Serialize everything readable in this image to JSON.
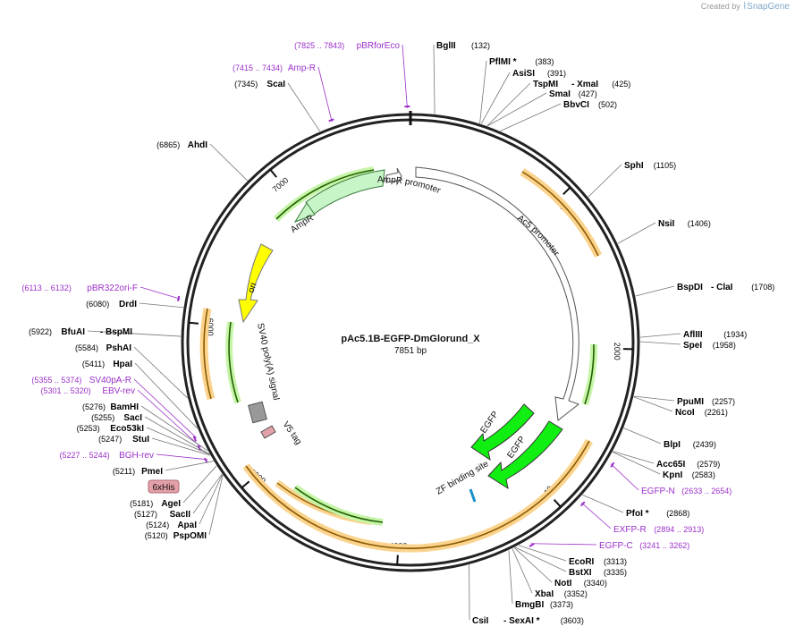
{
  "credit": {
    "prefix": "Created by",
    "brand": "SnapGene"
  },
  "plasmid": {
    "name": "pAc5.1B-EGFP-DmGlorund_X",
    "length": "7851 bp",
    "total_bp": 7851
  },
  "ticks": [
    "1000",
    "2000",
    "3000",
    "4000",
    "5000",
    "6000",
    "7000"
  ],
  "colors": {
    "enzyme": "#000000",
    "primer": "#9b30c9",
    "feature_orange": "#f5b041",
    "feature_green": "#66cc33",
    "egfp": "#11ee11",
    "ori": "#ffff00",
    "ampr": "#c8f5c8",
    "promoter": "#ffffff"
  },
  "labels": [
    {
      "id": "pBRforEco",
      "name": "pBRforEco",
      "coord": "(7825 .. 7843)",
      "bp": 7834,
      "type": "primer"
    },
    {
      "id": "BglII",
      "name": "BglII",
      "coord": "(132)",
      "bp": 132,
      "type": "enzyme"
    },
    {
      "id": "AmpR-primer",
      "name": "Amp-R",
      "coord": "(7415 .. 7434)",
      "bp": 7424,
      "type": "primer"
    },
    {
      "id": "PflMI",
      "name": "PflMI *",
      "coord": "(383)",
      "bp": 383,
      "type": "enzyme"
    },
    {
      "id": "AsiSI",
      "name": "AsiSI",
      "coord": "(391)",
      "bp": 391,
      "type": "enzyme"
    },
    {
      "id": "TspMI",
      "name": "TspMI",
      "coord": "",
      "bp": 425,
      "type": "enzyme"
    },
    {
      "id": "XmaI",
      "name": "- XmaI",
      "coord": "(425)",
      "bp": 425,
      "type": "enzyme"
    },
    {
      "id": "ScaI",
      "name": "ScaI",
      "coord": "(7345)",
      "bp": 7345,
      "type": "enzyme"
    },
    {
      "id": "SmaI",
      "name": "SmaI",
      "coord": "(427)",
      "bp": 427,
      "type": "enzyme"
    },
    {
      "id": "BbvCI",
      "name": "BbvCI",
      "coord": "(502)",
      "bp": 502,
      "type": "enzyme"
    },
    {
      "id": "AhdI",
      "name": "AhdI",
      "coord": "(6865)",
      "bp": 6865,
      "type": "enzyme"
    },
    {
      "id": "SphI",
      "name": "SphI",
      "coord": "(1105)",
      "bp": 1105,
      "type": "enzyme"
    },
    {
      "id": "NsiI",
      "name": "NsiI",
      "coord": "(1406)",
      "bp": 1406,
      "type": "enzyme"
    },
    {
      "id": "BspDI",
      "name": "BspDI",
      "coord": "",
      "bp": 1708,
      "type": "enzyme"
    },
    {
      "id": "ClaI",
      "name": "- ClaI",
      "coord": "(1708)",
      "bp": 1708,
      "type": "enzyme"
    },
    {
      "id": "pBR322ori",
      "name": "pBR322ori-F",
      "coord": "(6113 .. 6132)",
      "bp": 6122,
      "type": "primer"
    },
    {
      "id": "DrdI",
      "name": "DrdI",
      "coord": "(6080)",
      "bp": 6080,
      "type": "enzyme"
    },
    {
      "id": "BfuAI",
      "name": "BfuAI",
      "coord": "(5922)",
      "bp": 5922,
      "type": "enzyme"
    },
    {
      "id": "BspMI",
      "name": "- BspMI",
      "coord": "",
      "bp": 5922,
      "type": "enzyme"
    },
    {
      "id": "AflIII",
      "name": "AflIII",
      "coord": "(1934)",
      "bp": 1934,
      "type": "enzyme"
    },
    {
      "id": "SpeI",
      "name": "SpeI",
      "coord": "(1958)",
      "bp": 1958,
      "type": "enzyme"
    },
    {
      "id": "PshAI",
      "name": "PshAI",
      "coord": "(5584)",
      "bp": 5584,
      "type": "enzyme"
    },
    {
      "id": "HpaI",
      "name": "HpaI",
      "coord": "(5411)",
      "bp": 5411,
      "type": "enzyme"
    },
    {
      "id": "SV40pA-R",
      "name": "SV40pA-R",
      "coord": "(5355 .. 5374)",
      "bp": 5364,
      "type": "primer"
    },
    {
      "id": "EBV-rev",
      "name": "EBV-rev",
      "coord": "(5301 .. 5320)",
      "bp": 5310,
      "type": "primer"
    },
    {
      "id": "PpuMI",
      "name": "PpuMI",
      "coord": "(2257)",
      "bp": 2257,
      "type": "enzyme"
    },
    {
      "id": "NcoI",
      "name": "NcoI",
      "coord": "(2261)",
      "bp": 2261,
      "type": "enzyme"
    },
    {
      "id": "BamHI",
      "name": "BamHI",
      "coord": "(5276)",
      "bp": 5276,
      "type": "enzyme"
    },
    {
      "id": "SacI",
      "name": "SacI",
      "coord": "(5255)",
      "bp": 5255,
      "type": "enzyme"
    },
    {
      "id": "Eco53kI",
      "name": "Eco53kI",
      "coord": "(5253)",
      "bp": 5253,
      "type": "enzyme"
    },
    {
      "id": "StuI",
      "name": "StuI",
      "coord": "(5247)",
      "bp": 5247,
      "type": "enzyme"
    },
    {
      "id": "BlpI",
      "name": "BlpI",
      "coord": "(2439)",
      "bp": 2439,
      "type": "enzyme"
    },
    {
      "id": "BGH-rev",
      "name": "BGH-rev",
      "coord": "(5227 .. 5244)",
      "bp": 5235,
      "type": "primer"
    },
    {
      "id": "Acc65I",
      "name": "Acc65I",
      "coord": "(2579)",
      "bp": 2579,
      "type": "enzyme"
    },
    {
      "id": "KpnI",
      "name": "KpnI",
      "coord": "(2583)",
      "bp": 2583,
      "type": "enzyme"
    },
    {
      "id": "PmeI",
      "name": "PmeI",
      "coord": "(5211)",
      "bp": 5211,
      "type": "enzyme"
    },
    {
      "id": "EGFP-N",
      "name": "EGFP-N",
      "coord": "(2633 .. 2654)",
      "bp": 2643,
      "type": "primer"
    },
    {
      "id": "AgeI",
      "name": "AgeI",
      "coord": "(5181)",
      "bp": 5181,
      "type": "enzyme"
    },
    {
      "id": "PfoI",
      "name": "PfoI *",
      "coord": "(2868)",
      "bp": 2868,
      "type": "enzyme"
    },
    {
      "id": "SacII",
      "name": "SacII",
      "coord": "(5127)",
      "bp": 5127,
      "type": "enzyme"
    },
    {
      "id": "ApaI",
      "name": "ApaI",
      "coord": "(5124)",
      "bp": 5124,
      "type": "enzyme"
    },
    {
      "id": "EXFP-R",
      "name": "EXFP-R",
      "coord": "(2894 .. 2913)",
      "bp": 2903,
      "type": "primer"
    },
    {
      "id": "PspOMI",
      "name": "PspOMI",
      "coord": "(5120)",
      "bp": 5120,
      "type": "enzyme"
    },
    {
      "id": "EGFP-C",
      "name": "EGFP-C",
      "coord": "(3241 .. 3262)",
      "bp": 3251,
      "type": "primer"
    },
    {
      "id": "EcoRI",
      "name": "EcoRI",
      "coord": "(3313)",
      "bp": 3313,
      "type": "enzyme"
    },
    {
      "id": "BstXI",
      "name": "BstXI",
      "coord": "(3335)",
      "bp": 3335,
      "type": "enzyme"
    },
    {
      "id": "NotI",
      "name": "NotI",
      "coord": "(3340)",
      "bp": 3340,
      "type": "enzyme"
    },
    {
      "id": "XbaI",
      "name": "XbaI",
      "coord": "(3352)",
      "bp": 3352,
      "type": "enzyme"
    },
    {
      "id": "BmgBI",
      "name": "BmgBI",
      "coord": "(3373)",
      "bp": 3373,
      "type": "enzyme"
    },
    {
      "id": "CsiI",
      "name": "CsiI",
      "coord": "",
      "bp": 3603,
      "type": "enzyme"
    },
    {
      "id": "SexAI",
      "name": "- SexAI *",
      "coord": "(3603)",
      "bp": 3603,
      "type": "enzyme"
    }
  ],
  "features": [
    {
      "id": "ampr-promoter",
      "name": "AmpR promoter"
    },
    {
      "id": "ampr",
      "name": "AmpR"
    },
    {
      "id": "ori",
      "name": "ori"
    },
    {
      "id": "sv40",
      "name": "SV40 poly(A) signal"
    },
    {
      "id": "v5",
      "name": "V5 tag"
    },
    {
      "id": "his",
      "name": "6xHis"
    },
    {
      "id": "ac5",
      "name": "Ac5 promoter"
    },
    {
      "id": "egfp1",
      "name": "EGFP"
    },
    {
      "id": "egfp2",
      "name": "EGFP"
    },
    {
      "id": "zf",
      "name": "ZF binding site"
    }
  ]
}
